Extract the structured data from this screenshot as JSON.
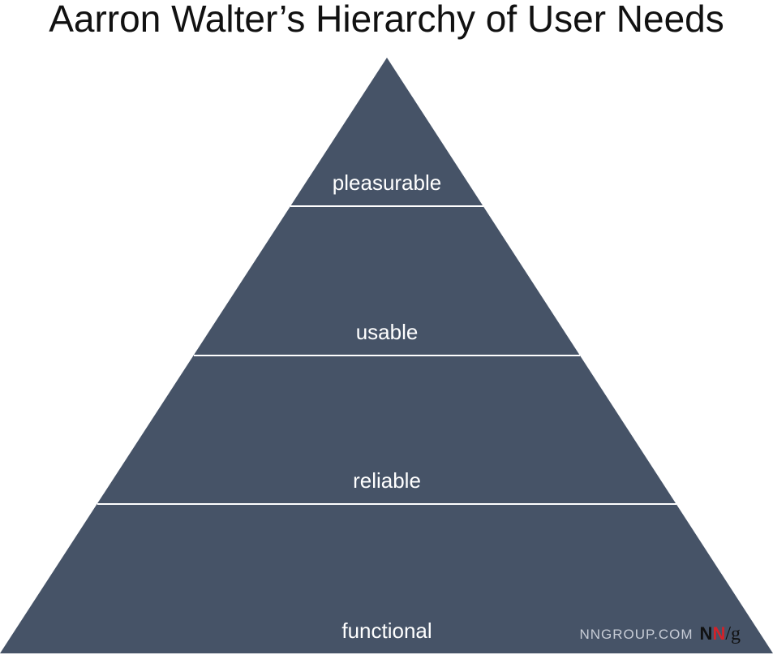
{
  "title": "Aarron Walter’s Hierarchy of User Needs",
  "pyramid": {
    "fill_color": "#465367",
    "divider_color": "#ffffff",
    "levels": [
      {
        "label": "pleasurable"
      },
      {
        "label": "usable"
      },
      {
        "label": "reliable"
      },
      {
        "label": "functional"
      }
    ]
  },
  "watermark": {
    "site": "NNGROUP.COM",
    "logo": {
      "n1": "N",
      "n2": "N",
      "slash_g": "/g"
    },
    "logo_colors": {
      "n1": "#111111",
      "n2": "#d2232a"
    }
  }
}
